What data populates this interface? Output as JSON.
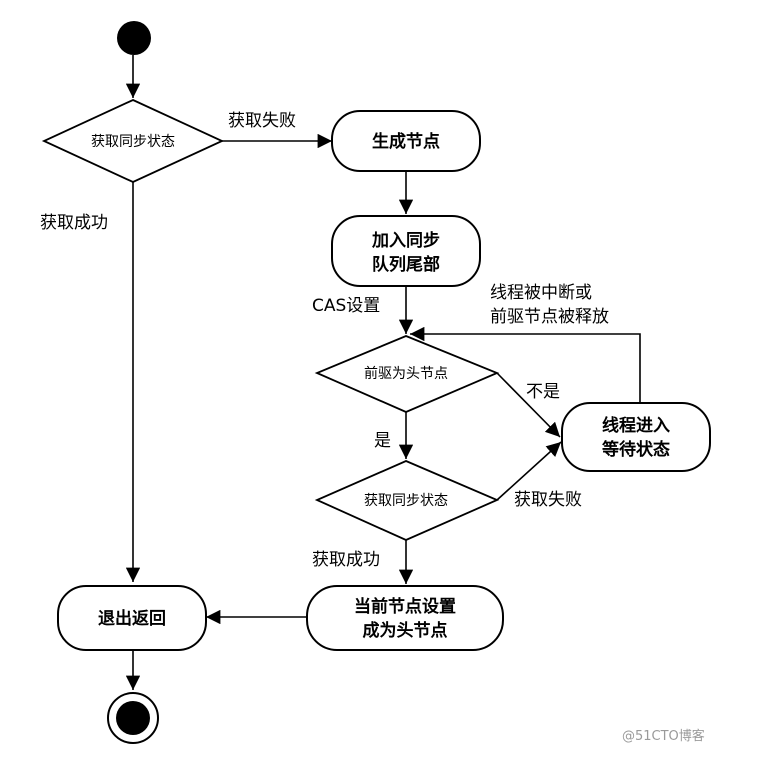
{
  "nodes": {
    "generate_node": "生成节点",
    "join_queue_line1": "加入同步",
    "join_queue_line2": "队列尾部",
    "wait_line1": "线程进入",
    "wait_line2": "等待状态",
    "set_head_line1": "当前节点设置",
    "set_head_line2": "成为头节点",
    "exit_return": "退出返回"
  },
  "decisions": {
    "acquire_state_top": "获取同步状态",
    "pred_is_head": "前驱为头节点",
    "acquire_state_bottom": "获取同步状态"
  },
  "edges": {
    "fail_top": "获取失败",
    "success_left": "获取成功",
    "cas_set": "CAS设置",
    "interrupt_line1": "线程被中断或",
    "interrupt_line2": "前驱节点被释放",
    "no": "不是",
    "yes": "是",
    "fail_bottom": "获取失败",
    "success_bottom": "获取成功"
  },
  "watermark": "@51CTO博客",
  "colors": {
    "ink": "#000000",
    "fill": "#ffffff",
    "watermark": "#9a9a9a"
  }
}
